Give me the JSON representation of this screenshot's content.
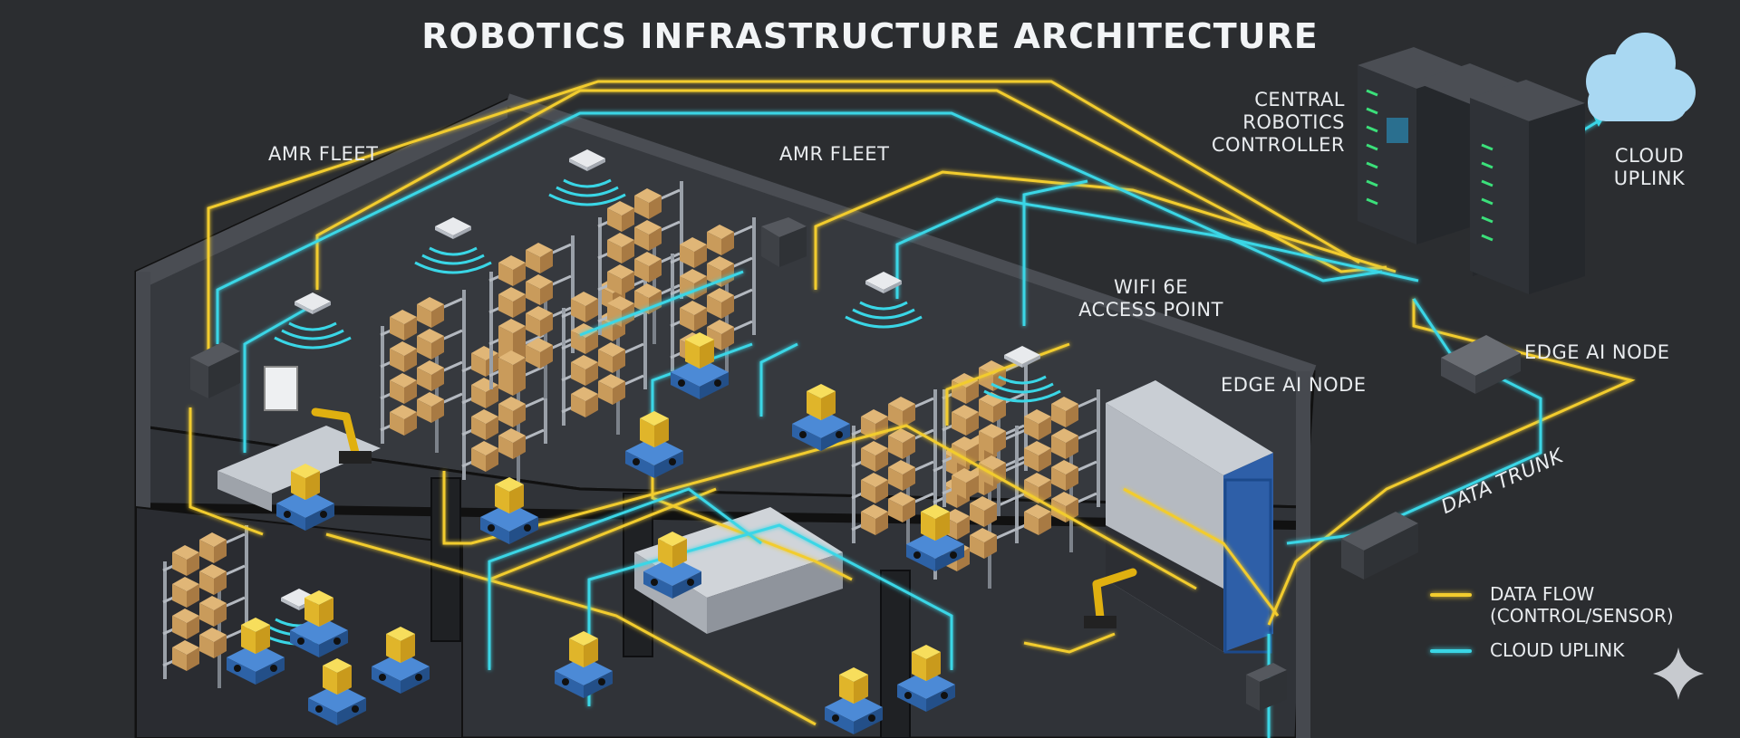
{
  "title": "ROBOTICS INFRASTRUCTURE ARCHITECTURE",
  "labels": {
    "amr_fleet_left": "AMR FLEET",
    "amr_fleet_center": "AMR FLEET",
    "central_controller": [
      "CENTRAL",
      "ROBOTICS",
      "CONTROLLER"
    ],
    "cloud_uplink": [
      "CLOUD",
      "UPLINK"
    ],
    "wifi_ap": [
      "WIFI 6E",
      "ACCESS POINT"
    ],
    "edge_ai_center": "EDGE AI NODE",
    "edge_ai_right": "EDGE AI NODE",
    "data_trunk": "DATA TRUNK"
  },
  "legend": [
    {
      "label_lines": [
        "DATA FLOW",
        "(CONTROL/SENSOR)"
      ],
      "color": "#f2cc2e"
    },
    {
      "label_lines": [
        "CLOUD UPLINK"
      ],
      "color": "#3ad6e6"
    }
  ],
  "colors": {
    "background": "#2b2d30",
    "data_flow": "#f2cc2e",
    "cloud_uplink": "#3ad6e6",
    "floor": "#3a3d42",
    "rack": "#9aa0a8",
    "box": "#c99b5b",
    "robot_body": "#3b78c4",
    "robot_top": "#f2cc2e",
    "cloud": "#a9d8f2",
    "server": "#3d4046"
  },
  "icons": [
    "wifi-access-point-icon",
    "cloud-icon",
    "server-rack-icon",
    "edge-node-icon",
    "amr-robot-icon",
    "robot-arm-icon",
    "sparkle-icon"
  ]
}
